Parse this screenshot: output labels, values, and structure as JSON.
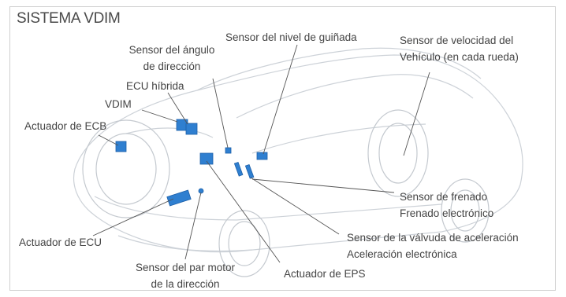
{
  "title": "SISTEMA VDIM",
  "labels": {
    "sensor_angulo_1": "Sensor del ángulo",
    "sensor_angulo_2": "de dirección",
    "sensor_guinada": "Sensor del nivel de guiñada",
    "sensor_velocidad_1": "Sensor de velocidad del",
    "sensor_velocidad_2": "Vehículo (en cada rueda)",
    "ecu_hibrida": "ECU híbrida",
    "vdim": "VDIM",
    "actuador_ecb": "Actuador de ECB",
    "sensor_frenado_1": "Sensor de frenado",
    "sensor_frenado_2": "Frenado electrónico",
    "actuador_ecu": "Actuador de ECU",
    "sensor_valvula_1": "Sensor de la válvuda de aceleración",
    "sensor_valvula_2": "Aceleración electrónica",
    "sensor_par_1": "Sensor del par motor",
    "sensor_par_2": "de la dirección",
    "actuador_eps": "Actuador de EPS"
  },
  "colors": {
    "component_blue": "#2f7fd0",
    "component_dark": "#1c5fa8",
    "leader_line": "#555555",
    "car_outline": "#c9ced4"
  }
}
